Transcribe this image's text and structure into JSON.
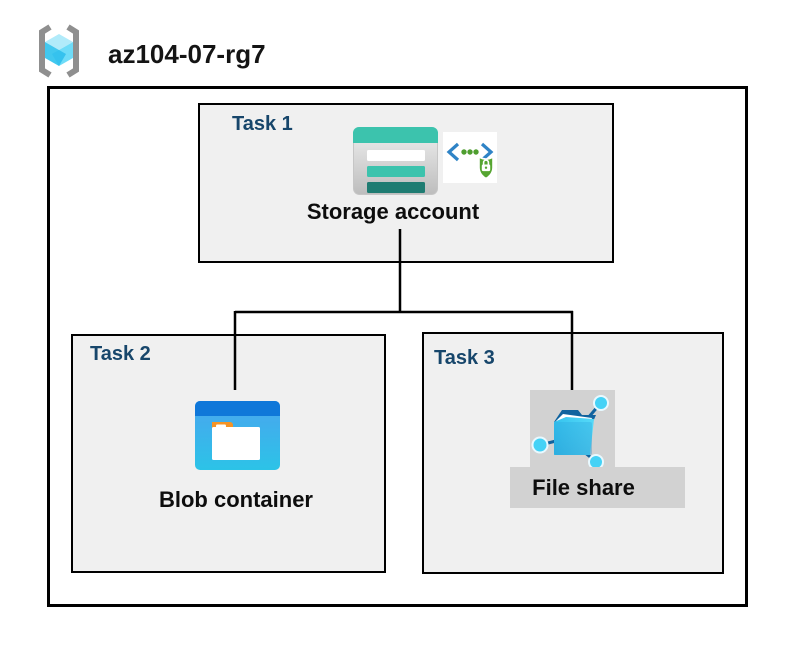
{
  "header": {
    "icon": "resource-group-icon",
    "resource_group_label": "az104-07-rg7"
  },
  "colors": {
    "task_label_blue": "#17466b",
    "box_fill": "#f0f0f0",
    "box_border": "#000000",
    "connector": "#000000",
    "storage_teal": "#3cc3ad",
    "storage_teal_dark": "#1f7c72",
    "blob_header_blue": "#0f77d9",
    "blob_body_cyan": "#2fc7ea",
    "folder_tab_orange": "#f59426",
    "shield_green": "#56a531",
    "chevron_blue": "#2e83c6",
    "fileshare_cyan": "#35c3ee",
    "fileshare_dark_blue": "#10639f",
    "gray_patch": "#d2d2d2",
    "rg_cube_cyan": "#41c8ef",
    "rg_bracket_gray": "#8f8f8f"
  },
  "diagram": {
    "tasks": [
      {
        "id": "task1",
        "label": "Task 1",
        "node_label": "Storage account",
        "icons": [
          "storage-account-icon",
          "secure-access-icon"
        ]
      },
      {
        "id": "task2",
        "label": "Task 2",
        "node_label": "Blob container",
        "icons": [
          "blob-container-icon"
        ]
      },
      {
        "id": "task3",
        "label": "Task 3",
        "node_label": "File share",
        "icons": [
          "file-share-icon"
        ]
      }
    ],
    "edges": [
      {
        "from": "Storage account",
        "to": "Blob container"
      },
      {
        "from": "Storage account",
        "to": "File share"
      }
    ]
  }
}
